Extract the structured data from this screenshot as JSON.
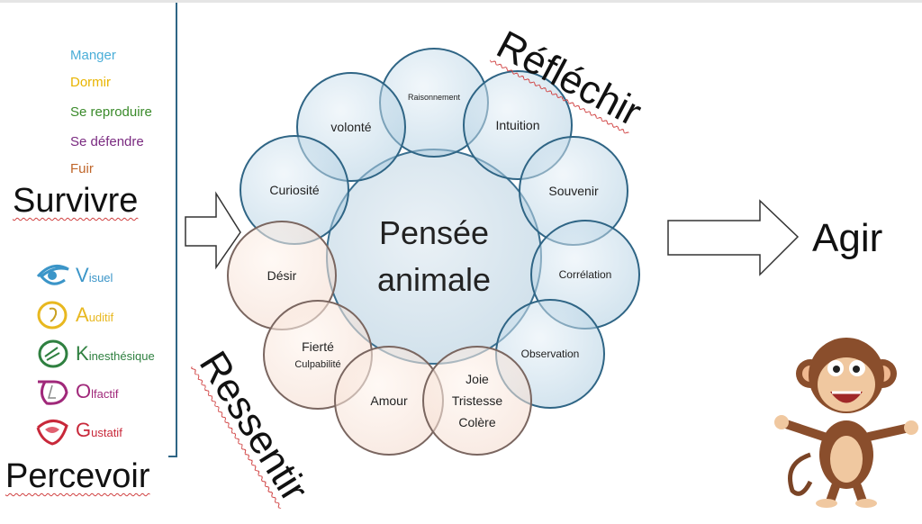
{
  "needs": [
    {
      "label": "Manger",
      "color": "#4aaed8"
    },
    {
      "label": "Dormir",
      "color": "#e8b400"
    },
    {
      "label": "Se reproduire",
      "color": "#3a8a2a"
    },
    {
      "label": "Se défendre",
      "color": "#7a2a80"
    },
    {
      "label": "Fuir",
      "color": "#c0662a"
    }
  ],
  "survivre": "Survivre",
  "percevoir": "Percevoir",
  "senses": [
    {
      "initial": "V",
      "rest": "isuel",
      "color": "#3b95c8",
      "icon": "eye-icon"
    },
    {
      "initial": "A",
      "rest": "uditif",
      "color": "#e8b820",
      "icon": "ear-icon"
    },
    {
      "initial": "K",
      "rest": "inesthésique",
      "color": "#2f8040",
      "icon": "hand-icon"
    },
    {
      "initial": "O",
      "rest": "lfactif",
      "color": "#a0287a",
      "icon": "nose-icon"
    },
    {
      "initial": "G",
      "rest": "ustatif",
      "color": "#c8283a",
      "icon": "mouth-icon"
    }
  ],
  "center": {
    "line1": "Pensée",
    "line2": "animale"
  },
  "reflect": {
    "title": "Réfléchir",
    "items": [
      "Raisonnement",
      "volonté",
      "Intuition",
      "Curiosité",
      "Souvenir",
      "Corrélation",
      "Observation"
    ]
  },
  "feel": {
    "title": "Ressentir",
    "items": [
      "Désir",
      "Fierté",
      "Culpabilité",
      "Amour",
      "Joie",
      "Tristesse",
      "Colère"
    ]
  },
  "act": "Agir"
}
